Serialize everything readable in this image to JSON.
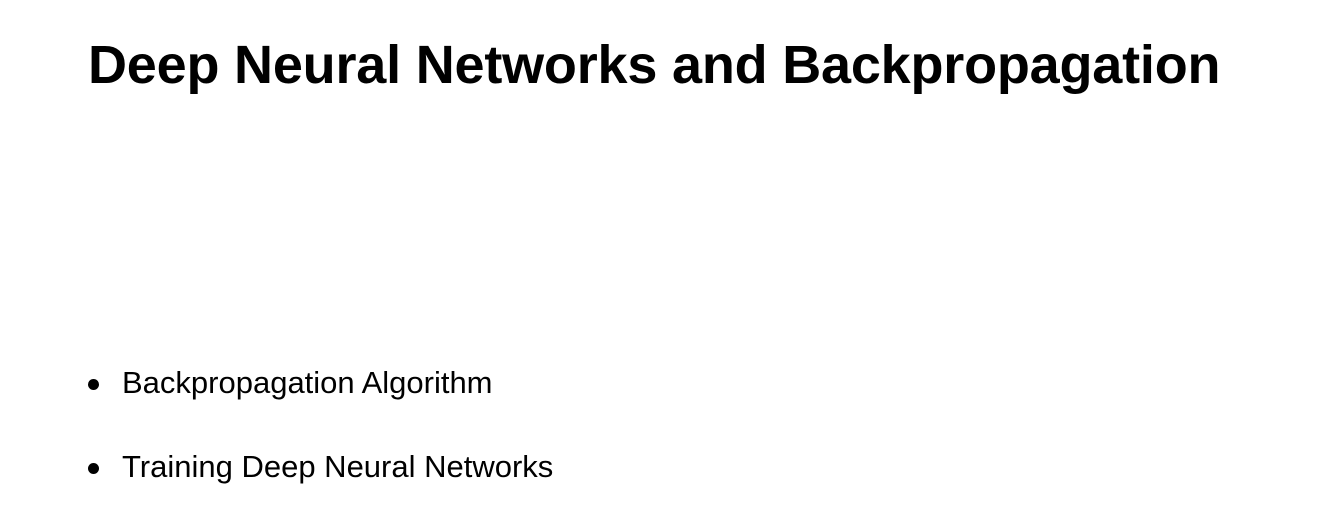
{
  "slide": {
    "title": "Deep Neural Networks and Backpropagation",
    "bullets": [
      {
        "text": "Backpropagation Algorithm"
      },
      {
        "text": "Training Deep Neural Networks"
      }
    ]
  },
  "colors": {
    "background": "#ffffff",
    "text": "#000000"
  }
}
